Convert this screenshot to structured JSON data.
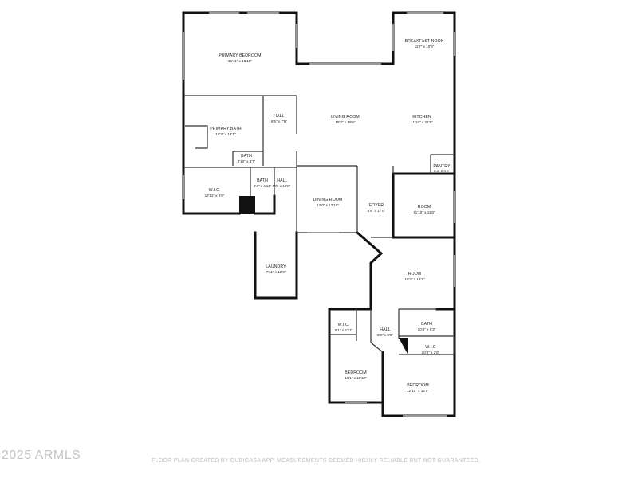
{
  "rooms": {
    "primary_bedroom": {
      "name": "PRIMARY BEDROOM",
      "dims": "21'11\" x 15'10\""
    },
    "breakfast_nook": {
      "name": "BREAKFAST NOOK",
      "dims": "11'7\" x 10'4\""
    },
    "hall_1": {
      "name": "HALL",
      "dims": "6'5\" x 7'8\""
    },
    "living_room": {
      "name": "LIVING ROOM",
      "dims": "18'2\" x 19'6\""
    },
    "kitchen": {
      "name": "KITCHEN",
      "dims": "11'10\" x 21'5\""
    },
    "primary_bath": {
      "name": "PRIMARY BATH",
      "dims": "18'3\" x 14'1\""
    },
    "bath_1": {
      "name": "BATH",
      "dims": "4'10\" x 3'7\""
    },
    "pantry": {
      "name": "PANTRY",
      "dims": "5'3\" x 4'0\""
    },
    "wic_1": {
      "name": "W.I.C.",
      "dims": "12'11\" x 8'9\""
    },
    "bath_2": {
      "name": "BATH",
      "dims": "4'4\" x 4'11\""
    },
    "hall_2": {
      "name": "HALL",
      "dims": "5'0\" x 19'0\""
    },
    "dining_room": {
      "name": "DINING ROOM",
      "dims": "12'0\" x 12'10\""
    },
    "foyer": {
      "name": "FOYER",
      "dims": "6'8\" x 17'0\""
    },
    "room_1": {
      "name": "ROOM",
      "dims": "11'10\" x 11'6\""
    },
    "laundry": {
      "name": "LAUNDRY",
      "dims": "7'11\" x 12'9\""
    },
    "room_2": {
      "name": "ROOM",
      "dims": "16'2\" x 14'1\""
    },
    "wic_2": {
      "name": "W.I.C.",
      "dims": "5'1\" x 5'11\""
    },
    "bath_3": {
      "name": "BATH",
      "dims": "10'4\" x 5'3\""
    },
    "hall_3": {
      "name": "HALL",
      "dims": "5'8\" x 8'9\""
    },
    "wic_3": {
      "name": "W.I.C",
      "dims": "10'4\" x 2'6\""
    },
    "bedroom_1": {
      "name": "BEDROOM",
      "dims": "10'1\" x 11'10\""
    },
    "bedroom_2": {
      "name": "BEDROOM",
      "dims": "12'10\" x 12'0\""
    }
  },
  "footer": {
    "watermark": "2025 ARMLS",
    "disclaimer": "FLOOR PLAN CREATED BY CUBICASA APP. MEASUREMENTS DEEMED HIGHLY RELIABLE BUT NOT GUARANTEED."
  },
  "colors": {
    "wall": "#111111",
    "window": "#9a9a9a",
    "text": "#222222",
    "footer": "#bdbdbd"
  }
}
